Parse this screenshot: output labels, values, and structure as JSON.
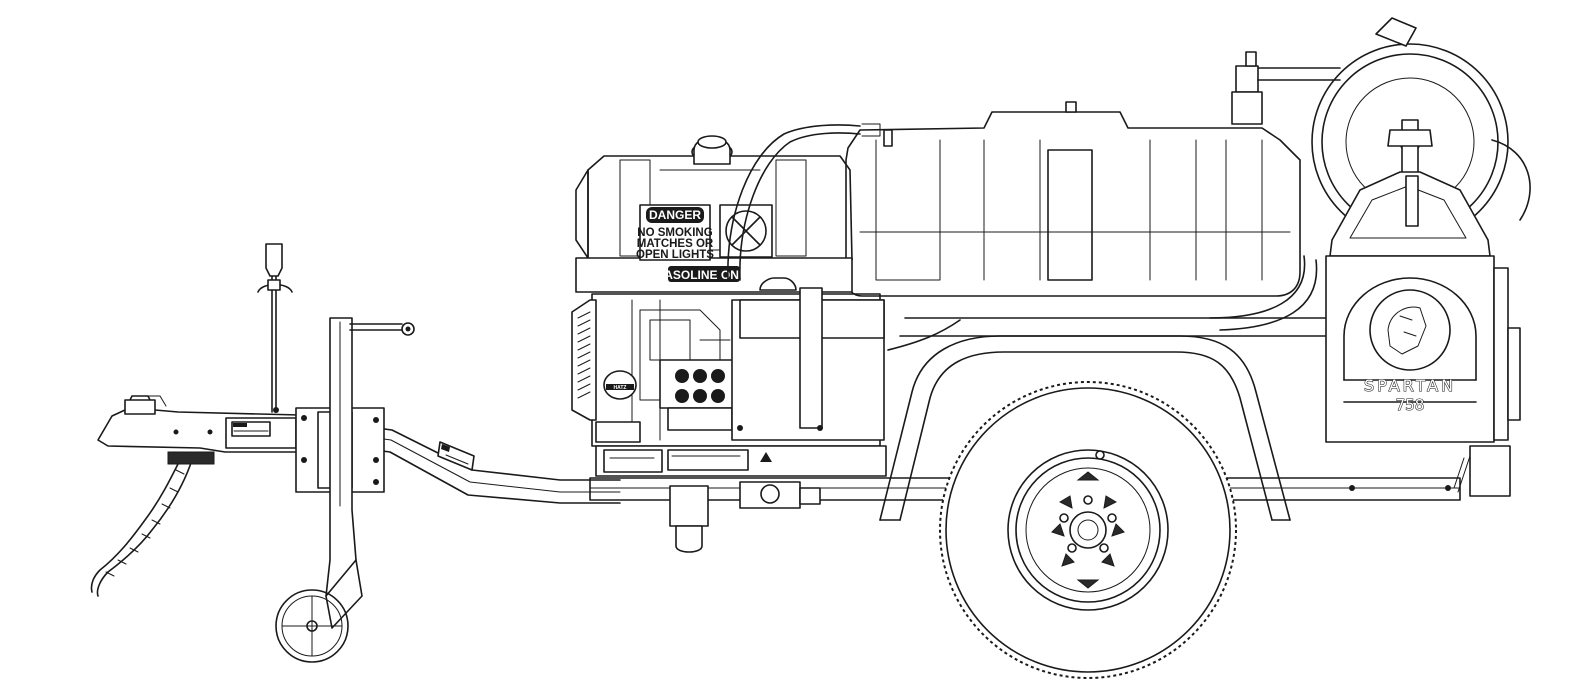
{
  "drawing": {
    "fuel_tank_decal": {
      "header": "DANGER",
      "lines": [
        "NO SMOKING",
        "MATCHES OR",
        "OPEN LIGHTS"
      ],
      "band": "GASOLINE ONLY"
    },
    "engine_badge": "HATZ",
    "brand_plate": {
      "brand": "SPARTAN",
      "model": "758"
    }
  }
}
